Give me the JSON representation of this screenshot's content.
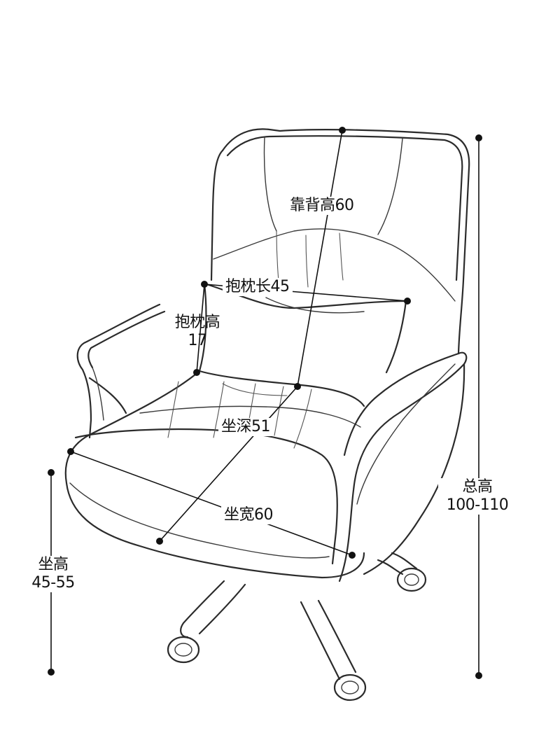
{
  "labels": {
    "backrest_height": "靠背高60",
    "pillow_length": "抱枕长45",
    "pillow_height_line1": "抱枕高",
    "pillow_height_line2": "17",
    "seat_depth": "坐深51",
    "seat_width": "坐宽60",
    "total_height_line1": "总高",
    "total_height_line2": "100-110",
    "seat_height_line1": "坐高",
    "seat_height_line2": "45-55"
  },
  "colors": {
    "line": "#2b2b2b",
    "dimension": "#111111",
    "background": "#ffffff"
  }
}
